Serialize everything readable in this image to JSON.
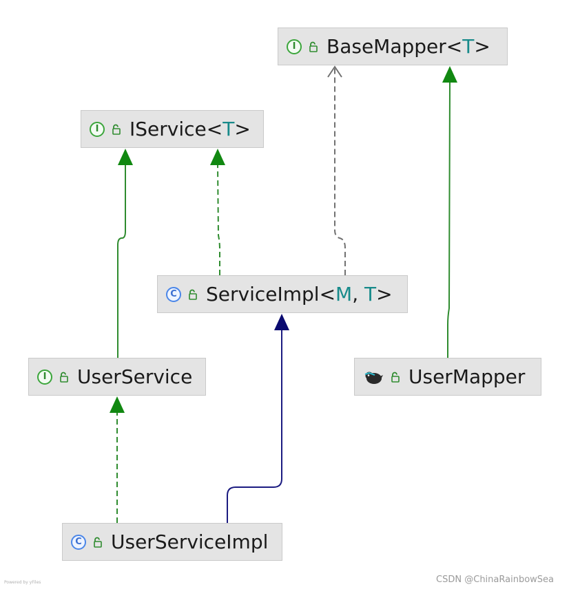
{
  "colors": {
    "interface_inheritance": "#2e8b2e",
    "class_inheritance": "#1a1a80",
    "dependency": "#707070",
    "node_fill": "#e4e4e4",
    "type_param": "#178a8a"
  },
  "nodes": {
    "basemapper": {
      "kind": "interface",
      "icon": "interface-icon",
      "name": "BaseMapper",
      "open": "<",
      "param": "T",
      "close": ">"
    },
    "iservice": {
      "kind": "interface",
      "icon": "interface-icon",
      "name": "IService",
      "open": "<",
      "param": "T",
      "close": ">"
    },
    "serviceimpl": {
      "kind": "class",
      "icon": "class-icon",
      "name": "ServiceImpl",
      "open": "<",
      "param1": "M",
      "sep": ", ",
      "param2": "T",
      "close": ">"
    },
    "userservice": {
      "kind": "interface",
      "icon": "interface-icon",
      "name": "UserService"
    },
    "usermapper": {
      "kind": "mapper",
      "icon": "mybatis-bird-icon",
      "name": "UserMapper"
    },
    "userserviceimpl": {
      "kind": "class",
      "icon": "class-icon",
      "name": "UserServiceImpl"
    }
  },
  "edges": [
    {
      "from": "userservice",
      "to": "iservice",
      "style": "solid",
      "relation": "extends"
    },
    {
      "from": "serviceimpl",
      "to": "iservice",
      "style": "dashed",
      "relation": "implements"
    },
    {
      "from": "serviceimpl",
      "to": "basemapper",
      "style": "dashed",
      "relation": "dependency"
    },
    {
      "from": "usermapper",
      "to": "basemapper",
      "style": "solid",
      "relation": "extends"
    },
    {
      "from": "userserviceimpl",
      "to": "userservice",
      "style": "dashed",
      "relation": "implements"
    },
    {
      "from": "userserviceimpl",
      "to": "serviceimpl",
      "style": "solid",
      "relation": "extends"
    }
  ],
  "watermark": "CSDN @ChinaRainbowSea",
  "powered_by": "Powered by yFiles",
  "kind_letters": {
    "interface": "I",
    "class": "C"
  }
}
